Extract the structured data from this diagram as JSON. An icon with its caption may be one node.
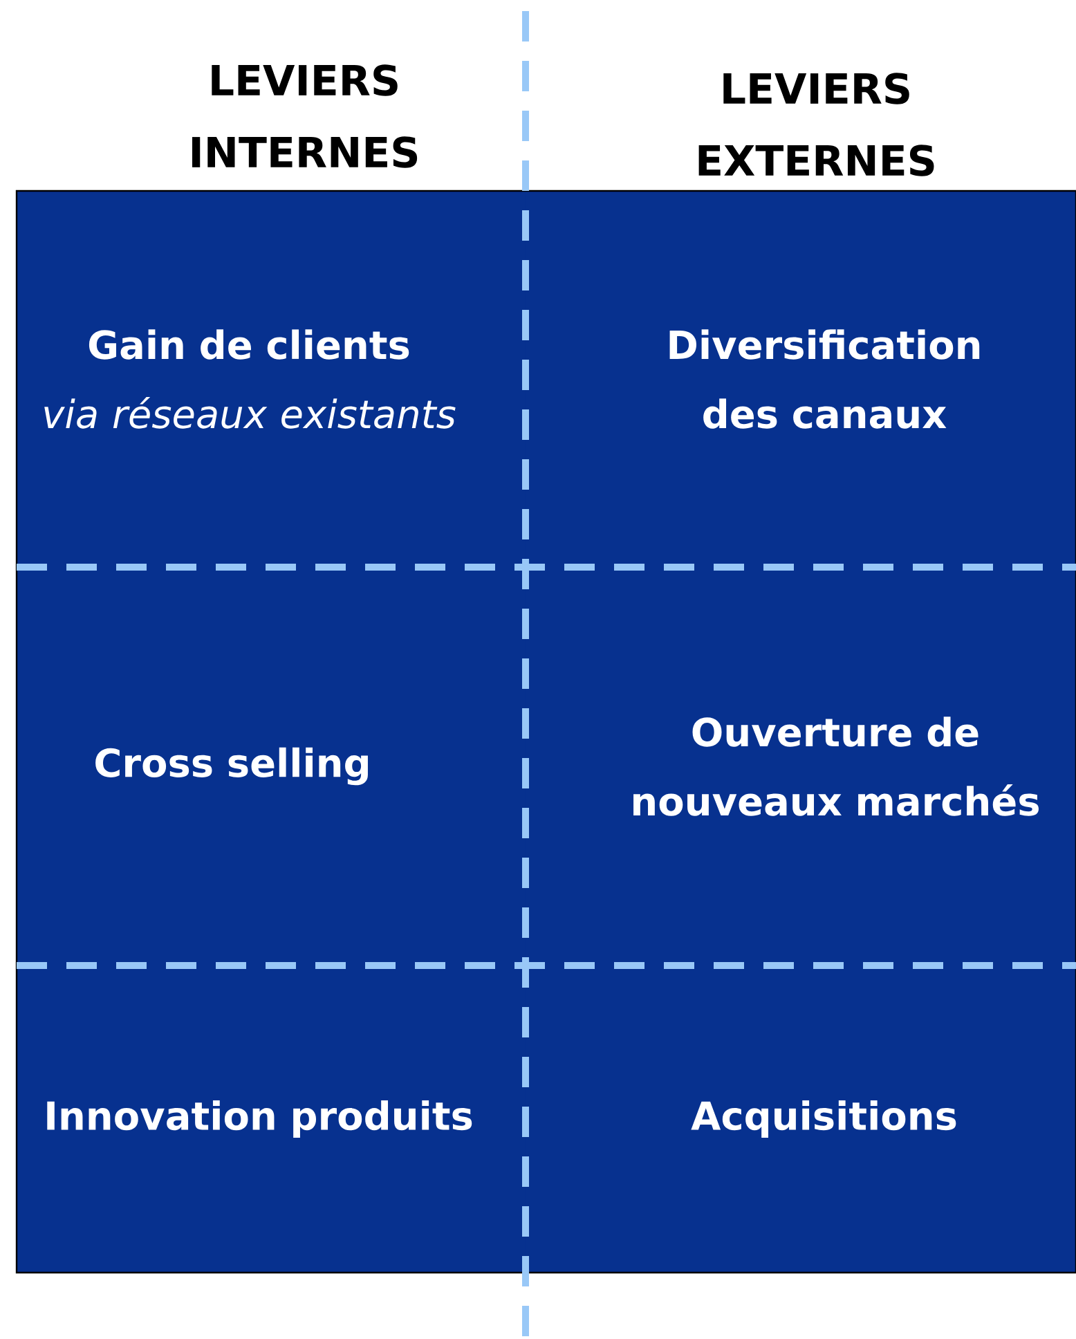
{
  "diagram": {
    "nodes": [
      {
        "text": [
          "Gain de clients",
          "via réseaux existants"
        ]
      },
      {
        "text": [
          "Diversification des canaux"
        ]
      },
      {
        "text": [
          "Cross selling"
        ]
      },
      {
        "text": [
          "Ouverture de nouveaux marchés"
        ]
      },
      {
        "text": [
          "Innovation produits"
        ]
      },
      {
        "text": [
          "Acquisitions"
        ]
      }
    ],
    "labels": [
      "LEVIERS INTERNES",
      "LEVIERS EXTERNES"
    ]
  }
}
